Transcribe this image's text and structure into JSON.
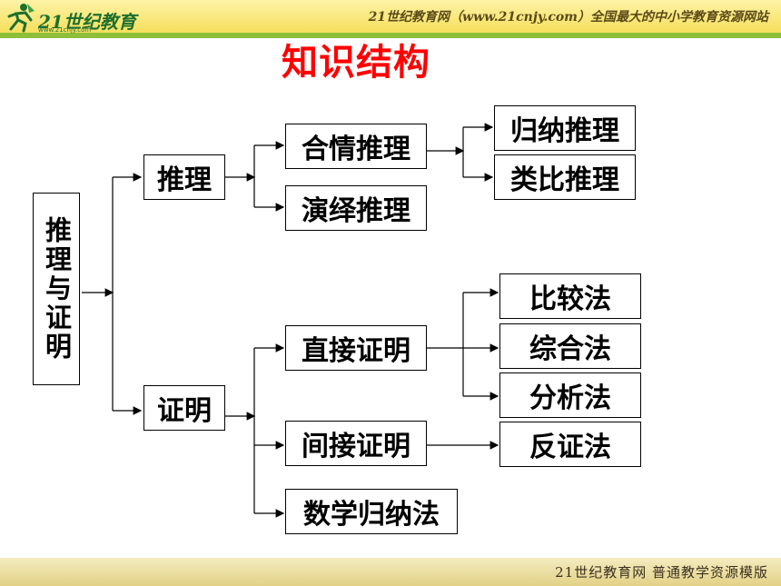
{
  "header": {
    "logo_text": "21世纪教育",
    "logo_sub": "www.21cnjy.com",
    "slogan": "21世纪教育网（www.21cnjy.com）全国最大的中小学教育资源网站"
  },
  "title": "知识结构",
  "diagram": {
    "root": "推理与证明",
    "branches": {
      "reasoning": "推理",
      "proof": "证明"
    },
    "reasoning_children": {
      "plausible": "合情推理",
      "deductive": "演绎推理"
    },
    "plausible_children": {
      "inductive": "归纳推理",
      "analogical": "类比推理"
    },
    "proof_children": {
      "direct": "直接证明",
      "indirect": "间接证明",
      "induction": "数学归纳法"
    },
    "direct_children": {
      "comparison": "比较法",
      "synthesis": "综合法",
      "analysis": "分析法"
    },
    "indirect_children": {
      "contradiction": "反证法"
    }
  },
  "footer": {
    "text": "21世纪教育网    普通教学资源模版"
  },
  "colors": {
    "title": "#ff0000",
    "header": "#f6df5c",
    "header_band": "#8fbf3a"
  }
}
